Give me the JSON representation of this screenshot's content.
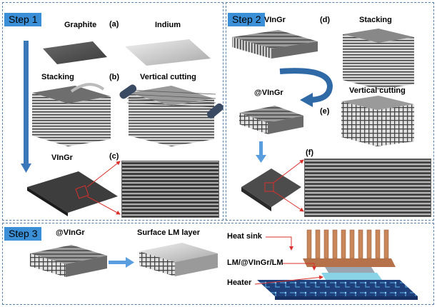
{
  "step1": {
    "badge": "Step 1",
    "graphite_label": "Graphite",
    "indium_label": "Indium",
    "stacking_label": "Stacking",
    "vertical_cutting_label": "Vertical cutting",
    "vingr_label": "VInGr",
    "panel_a": "(a)",
    "panel_b": "(b)",
    "panel_c": "(c)"
  },
  "step2": {
    "badge": "Step 2",
    "vingr_label": "VInGr",
    "stacking_label": "Stacking",
    "at_vingr_label": "@VInGr",
    "vertical_cutting_label": "Vertical cutting",
    "panel_d": "(d)",
    "panel_e": "(e)",
    "panel_f": "(f)"
  },
  "step3": {
    "badge": "Step 3",
    "at_vingr_label": "@VInGr",
    "surface_lm_label": "Surface LM layer",
    "heat_sink_label": "Heat sink",
    "lm_stack_label": "LM/@VInGr/LM",
    "heater_label": "Heater"
  },
  "colors": {
    "badge": "#3a8fd6",
    "panel_border": "#5a7fa8",
    "arrow_blue": "#3b78b9",
    "red_line": "#d9302b",
    "heat_sink": "#c8865a",
    "circuit_board": "#1f3f7a"
  }
}
